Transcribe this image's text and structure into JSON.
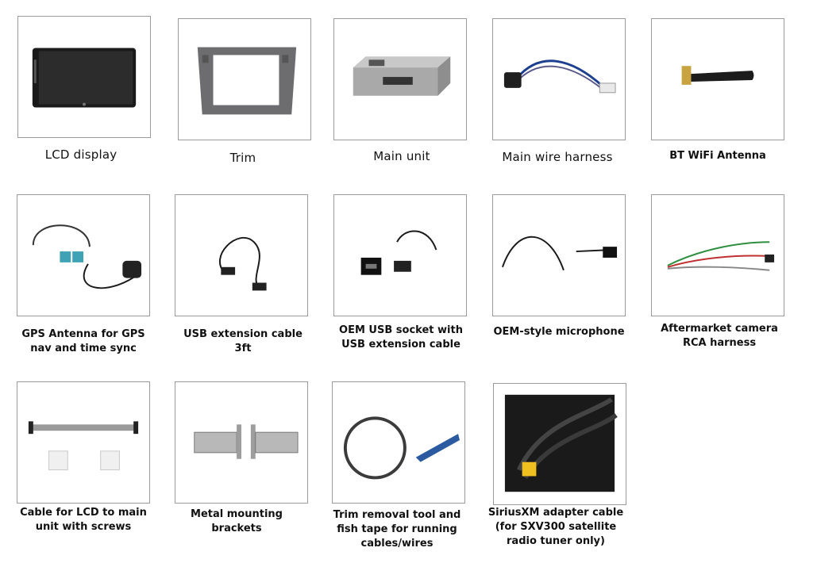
{
  "items": [
    {
      "caption": "LCD display",
      "icon": "lcd-display-icon"
    },
    {
      "caption": "Trim",
      "icon": "trim-bezel-icon"
    },
    {
      "caption": "Main unit",
      "icon": "main-unit-icon"
    },
    {
      "caption": "Main wire harness",
      "icon": "wire-harness-icon"
    },
    {
      "caption": "BT WiFi Antenna",
      "icon": "antenna-icon"
    },
    {
      "caption": "GPS Antenna for GPS\nnav and time sync",
      "icon": "gps-antenna-icon"
    },
    {
      "caption": "USB extension cable\n3ft",
      "icon": "usb-cable-icon"
    },
    {
      "caption": "OEM USB socket with\nUSB extension cable",
      "icon": "usb-socket-icon"
    },
    {
      "caption": "OEM-style microphone",
      "icon": "microphone-icon"
    },
    {
      "caption": "Aftermarket camera\nRCA harness",
      "icon": "rca-harness-icon"
    },
    {
      "caption": "Cable for LCD to main\nunit with screws",
      "icon": "ribbon-cable-icon"
    },
    {
      "caption": "Metal mounting\nbrackets",
      "icon": "mounting-bracket-icon"
    },
    {
      "caption": "Trim removal tool and\nfish tape for running\ncables/wires",
      "icon": "trim-tool-icon"
    },
    {
      "caption": "SiriusXM adapter cable\n(for SXV300 satellite\nradio tuner only)",
      "icon": "siriusxm-cable-icon"
    }
  ]
}
